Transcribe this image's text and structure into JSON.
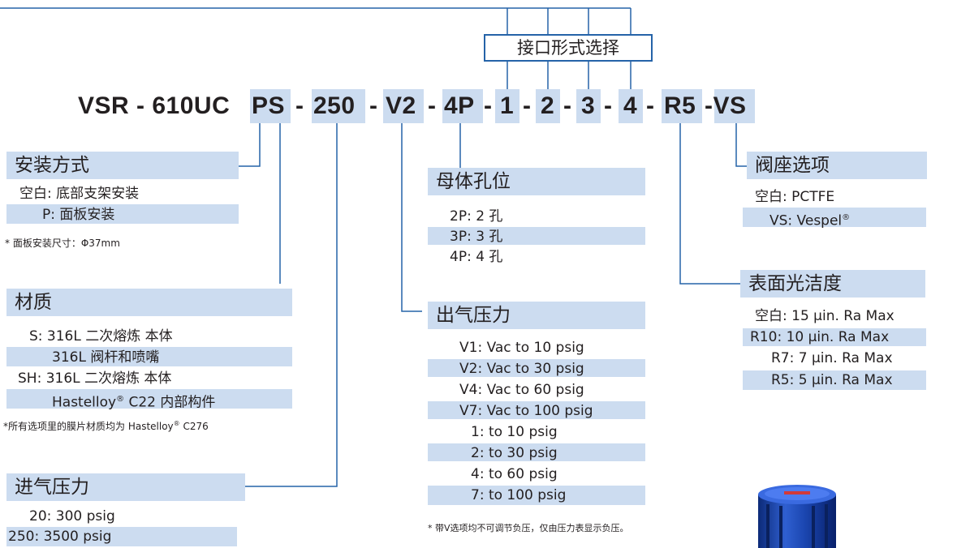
{
  "interface_label": "接口形式选择",
  "code": {
    "prefix": "VSR -  610UC",
    "ps": "PS",
    "sep1": "-",
    "c250": "250",
    "sep2": "-",
    "v2": "V2",
    "sep3": "-",
    "p4": "4P",
    "sep4": "-",
    "n1": "1",
    "sep5": "-",
    "n2": "2",
    "sep6": "-",
    "n3": "3",
    "sep7": "-",
    "n4": "4",
    "sep8": "-",
    "r5": "R5",
    "vs": "-VS"
  },
  "mounting": {
    "title": "安装方式",
    "opt1": "空白: 底部支架安装",
    "opt2": "P: 面板安装",
    "note": "* 面板安装尺寸：Φ37mm"
  },
  "material": {
    "title": "材质",
    "opt1": "S: 316L 二次熔炼 本体",
    "opt2": "316L 阀杆和喷嘴",
    "opt3": "SH: 316L 二次熔炼 本体",
    "opt4a": "Hastelloy",
    "opt4b": "C22 内部构件",
    "note_a": "*所有选项里的膜片材质均为 Hastelloy",
    "note_b": "C276"
  },
  "inlet_pressure": {
    "title": "进气压力",
    "opt1": "20: 300 psig",
    "opt2": "250: 3500 psig"
  },
  "body_ports": {
    "title": "母体孔位",
    "opt1": "2P: 2 孔",
    "opt2": "3P: 3 孔",
    "opt3": "4P: 4 孔"
  },
  "outlet_pressure": {
    "title": "出气压力",
    "opts": [
      "V1: Vac to 10 psig",
      "V2: Vac to 30 psig",
      "V4: Vac to 60 psig",
      "V7: Vac to 100 psig",
      "1: to 10 psig",
      "2: to 30 psig",
      "4: to 60 psig",
      "7: to 100 psig"
    ],
    "note": "* 带V选项均不可调节负压，仅由压力表显示负压。"
  },
  "seat": {
    "title": "阀座选项",
    "opt1": "空白:  PCTFE",
    "opt2a": "VS:  Vespel",
    "reg": "®"
  },
  "finish": {
    "title": "表面光洁度",
    "opt1": "空白: 15 µin. Ra Max",
    "opt2": "R10: 10 µin. Ra Max",
    "opt3": "R7: 7 µin. Ra Max",
    "opt4": "R5: 5 µin. Ra Max"
  },
  "colors": {
    "line": "#2563a8",
    "highlight": "#ccdcf0",
    "text": "#231f20"
  },
  "product_image": "regulator-photo"
}
